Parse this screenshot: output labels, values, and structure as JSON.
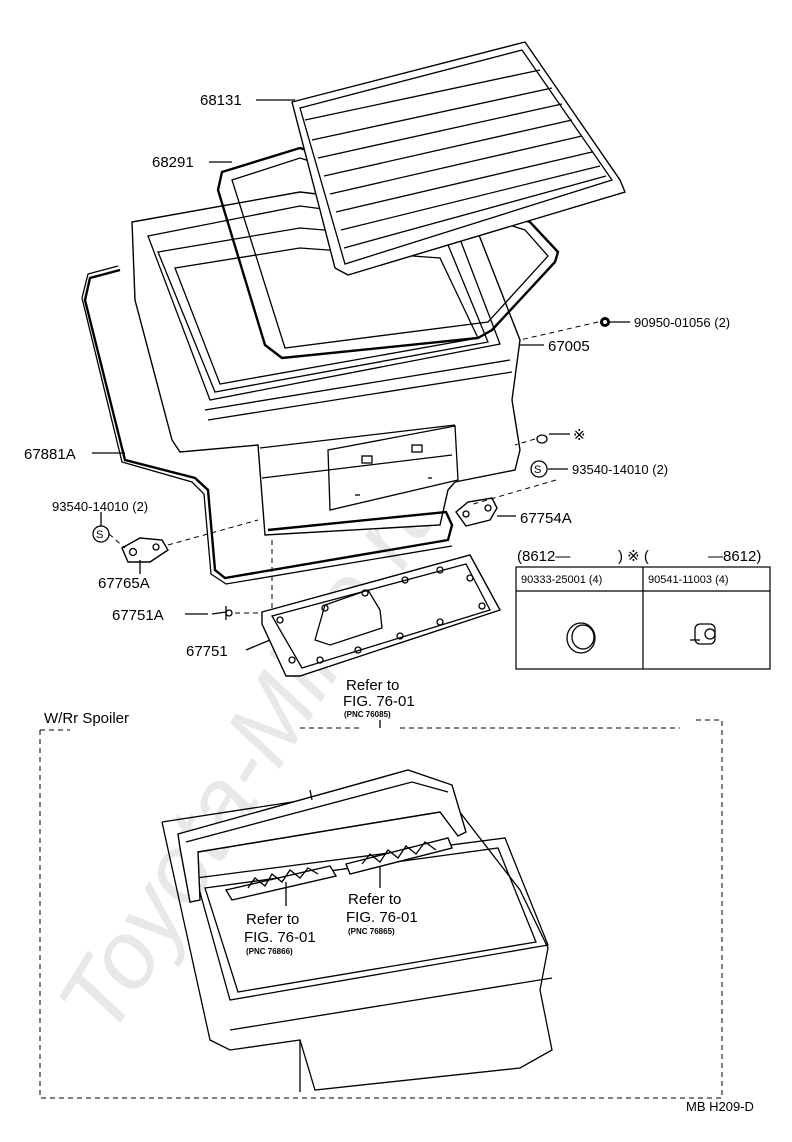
{
  "watermark": "Toyota-Mine.ru",
  "callouts": {
    "glass": "68131",
    "weatherstrip": "68291",
    "door_panel": "67005",
    "door_seal": "67881A",
    "nut": "90950-01056 (2)",
    "clip_mark": "※",
    "screw_right": "93540-14010 (2)",
    "screw_left": "93540-14010 (2)",
    "hole_cover_right": "67754A",
    "hole_cover_left": "67765A",
    "clip_pin": "67751A",
    "trim_board": "67751",
    "refer_top_1": "Refer to",
    "refer_top_2": "FIG. 76-01",
    "refer_top_3": "(PNC 76085)",
    "refer_left_1": "Refer to",
    "refer_left_2": "FIG. 76-01",
    "refer_left_3": "(PNC 76866)",
    "refer_right_1": "Refer to",
    "refer_right_2": "FIG. 76-01",
    "refer_right_3": "(PNC 76865)",
    "spoiler_section": "W/Rr Spoiler",
    "footer_code": "MB  H209-D"
  },
  "variant_table": {
    "header_left": "(8612—",
    "header_mid": ")  ※ (",
    "header_right": "—8612)",
    "col1_part": "90333-25001 (4)",
    "col2_part": "90541-11003 (4)"
  }
}
